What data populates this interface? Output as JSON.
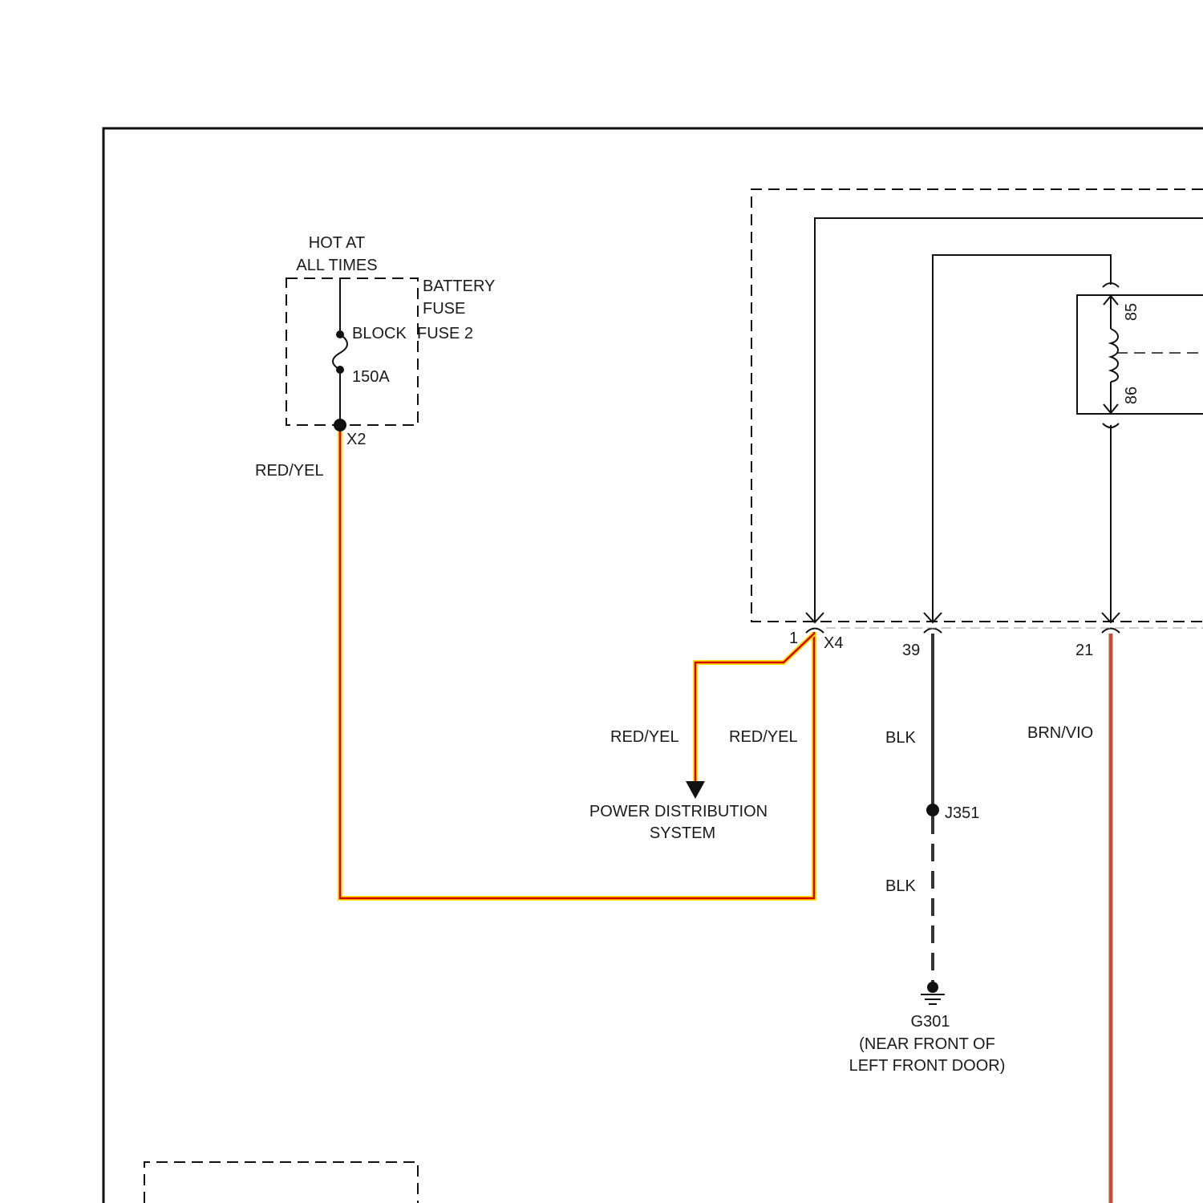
{
  "colors": {
    "ink": "#111111",
    "red_yel_core": "#d40000",
    "red_yel_glow": "#ffe100",
    "brn_vio_core": "#d0307a",
    "brn_vio_edge": "#b5651d",
    "blk_wire": "#333333"
  },
  "battery_fuse": {
    "hot_line1": "HOT AT",
    "hot_line2": "ALL TIMES",
    "block_line1": "BATTERY",
    "block_line2": "FUSE",
    "block_line3": "BLOCK",
    "fuse_name": "FUSE 2",
    "fuse_rating": "150A",
    "connector": "X2",
    "wire_color": "RED/YEL"
  },
  "module": {
    "connector": "X4",
    "pins": [
      "1",
      "39",
      "21"
    ],
    "relay_pins": [
      "85",
      "86"
    ]
  },
  "wires": {
    "branch_left": "RED/YEL",
    "branch_right": "RED/YEL",
    "ground_upper": "BLK",
    "ground_lower": "BLK",
    "relay_out": "BRN/VIO"
  },
  "power_distribution": {
    "line1": "POWER DISTRIBUTION",
    "line2": "SYSTEM"
  },
  "splice": "J351",
  "ground": {
    "name": "G301",
    "loc_line1": "(NEAR FRONT OF",
    "loc_line2": "LEFT FRONT DOOR)"
  }
}
